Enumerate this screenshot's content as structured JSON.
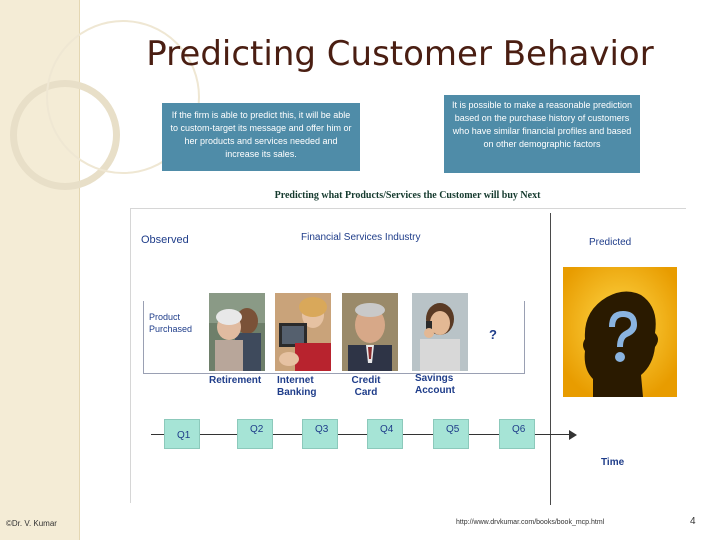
{
  "slide": {
    "title": "Predicting Customer Behavior",
    "callout_left": "If the firm is able to predict this, it will be able to custom-target its message and offer him or her products and services needed and increase its sales.",
    "callout_right": "It is possible to make a reasonable prediction based on the purchase history of customers who have similar financial profiles and based on other demographic factors",
    "figure_title": "Predicting what Products/Services the Customer will buy Next"
  },
  "figure": {
    "observed": "Observed",
    "industry": "Financial Services Industry",
    "predicted": "Predicted",
    "product_purchased": [
      "Product",
      "Purchased"
    ],
    "unknown": "?",
    "time": "Time",
    "products": [
      {
        "lines": [
          "Retirement"
        ]
      },
      {
        "lines": [
          "Internet",
          "Banking"
        ]
      },
      {
        "lines": [
          "Credit",
          "Card"
        ]
      },
      {
        "lines": [
          "Savings",
          "Account"
        ]
      }
    ],
    "quarters": [
      "Q1",
      "Q2",
      "Q3",
      "Q4",
      "Q5",
      "Q6"
    ]
  },
  "footer": {
    "copyright": "©Dr. V. Kumar",
    "url": "http://www.drvkumar.com/books/book_mcp.html",
    "page": "4"
  },
  "colors": {
    "title": "#4a1e12",
    "callout_bg": "#4f8ca8",
    "label_blue": "#1f3d8a",
    "quarter_box": "#a6e4d6",
    "predicted_bg": "#f7b500",
    "sidebar": "#f4ecd6"
  }
}
